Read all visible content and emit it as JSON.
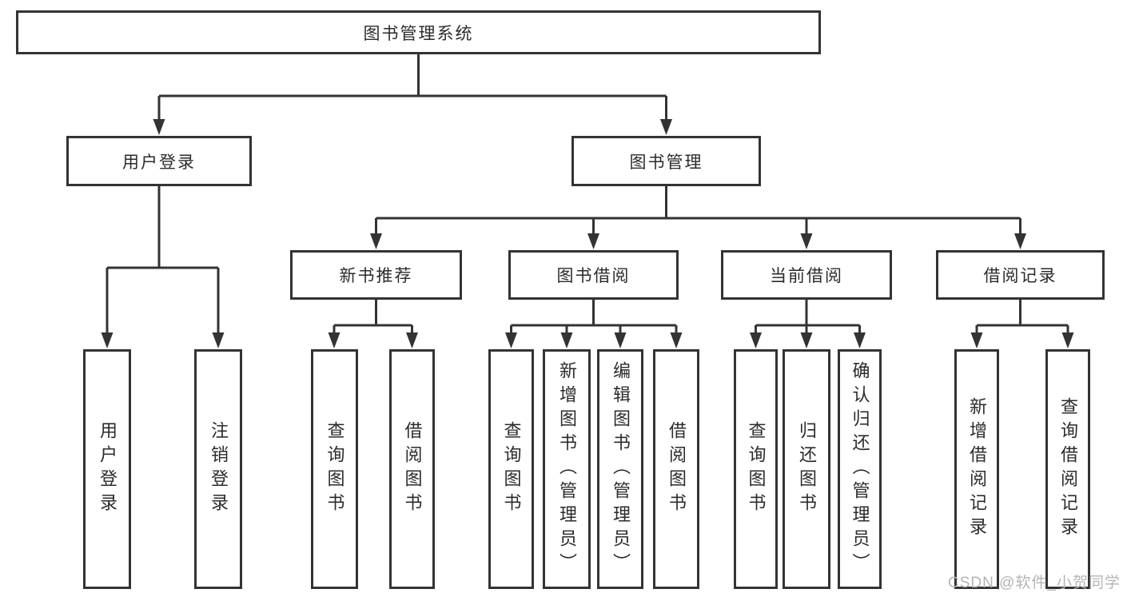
{
  "diagram": {
    "root": {
      "label": "图书管理系统"
    },
    "branches": [
      {
        "label": "用户登录",
        "children": [
          {
            "label": "用户登录"
          },
          {
            "label": "注销登录"
          }
        ]
      },
      {
        "label": "图书管理",
        "children": [
          {
            "label": "新书推荐",
            "children": [
              {
                "label": "查询图书"
              },
              {
                "label": "借阅图书"
              }
            ]
          },
          {
            "label": "图书借阅",
            "children": [
              {
                "label": "查询图书"
              },
              {
                "label": "新增图书（管理员）"
              },
              {
                "label": "编辑图书（管理员）"
              },
              {
                "label": "借阅图书"
              }
            ]
          },
          {
            "label": "当前借阅",
            "children": [
              {
                "label": "查询图书"
              },
              {
                "label": "归还图书"
              },
              {
                "label": "确认归还（管理员）"
              }
            ]
          },
          {
            "label": "借阅记录",
            "children": [
              {
                "label": "新增借阅记录"
              },
              {
                "label": "查询借阅记录"
              }
            ]
          }
        ]
      }
    ]
  },
  "watermark": {
    "text": "CSDN @软件_小贺同学"
  },
  "colors": {
    "line": "#333333",
    "text": "#2b2b2b",
    "watermark": "#b5b5b5",
    "background": "#ffffff"
  }
}
